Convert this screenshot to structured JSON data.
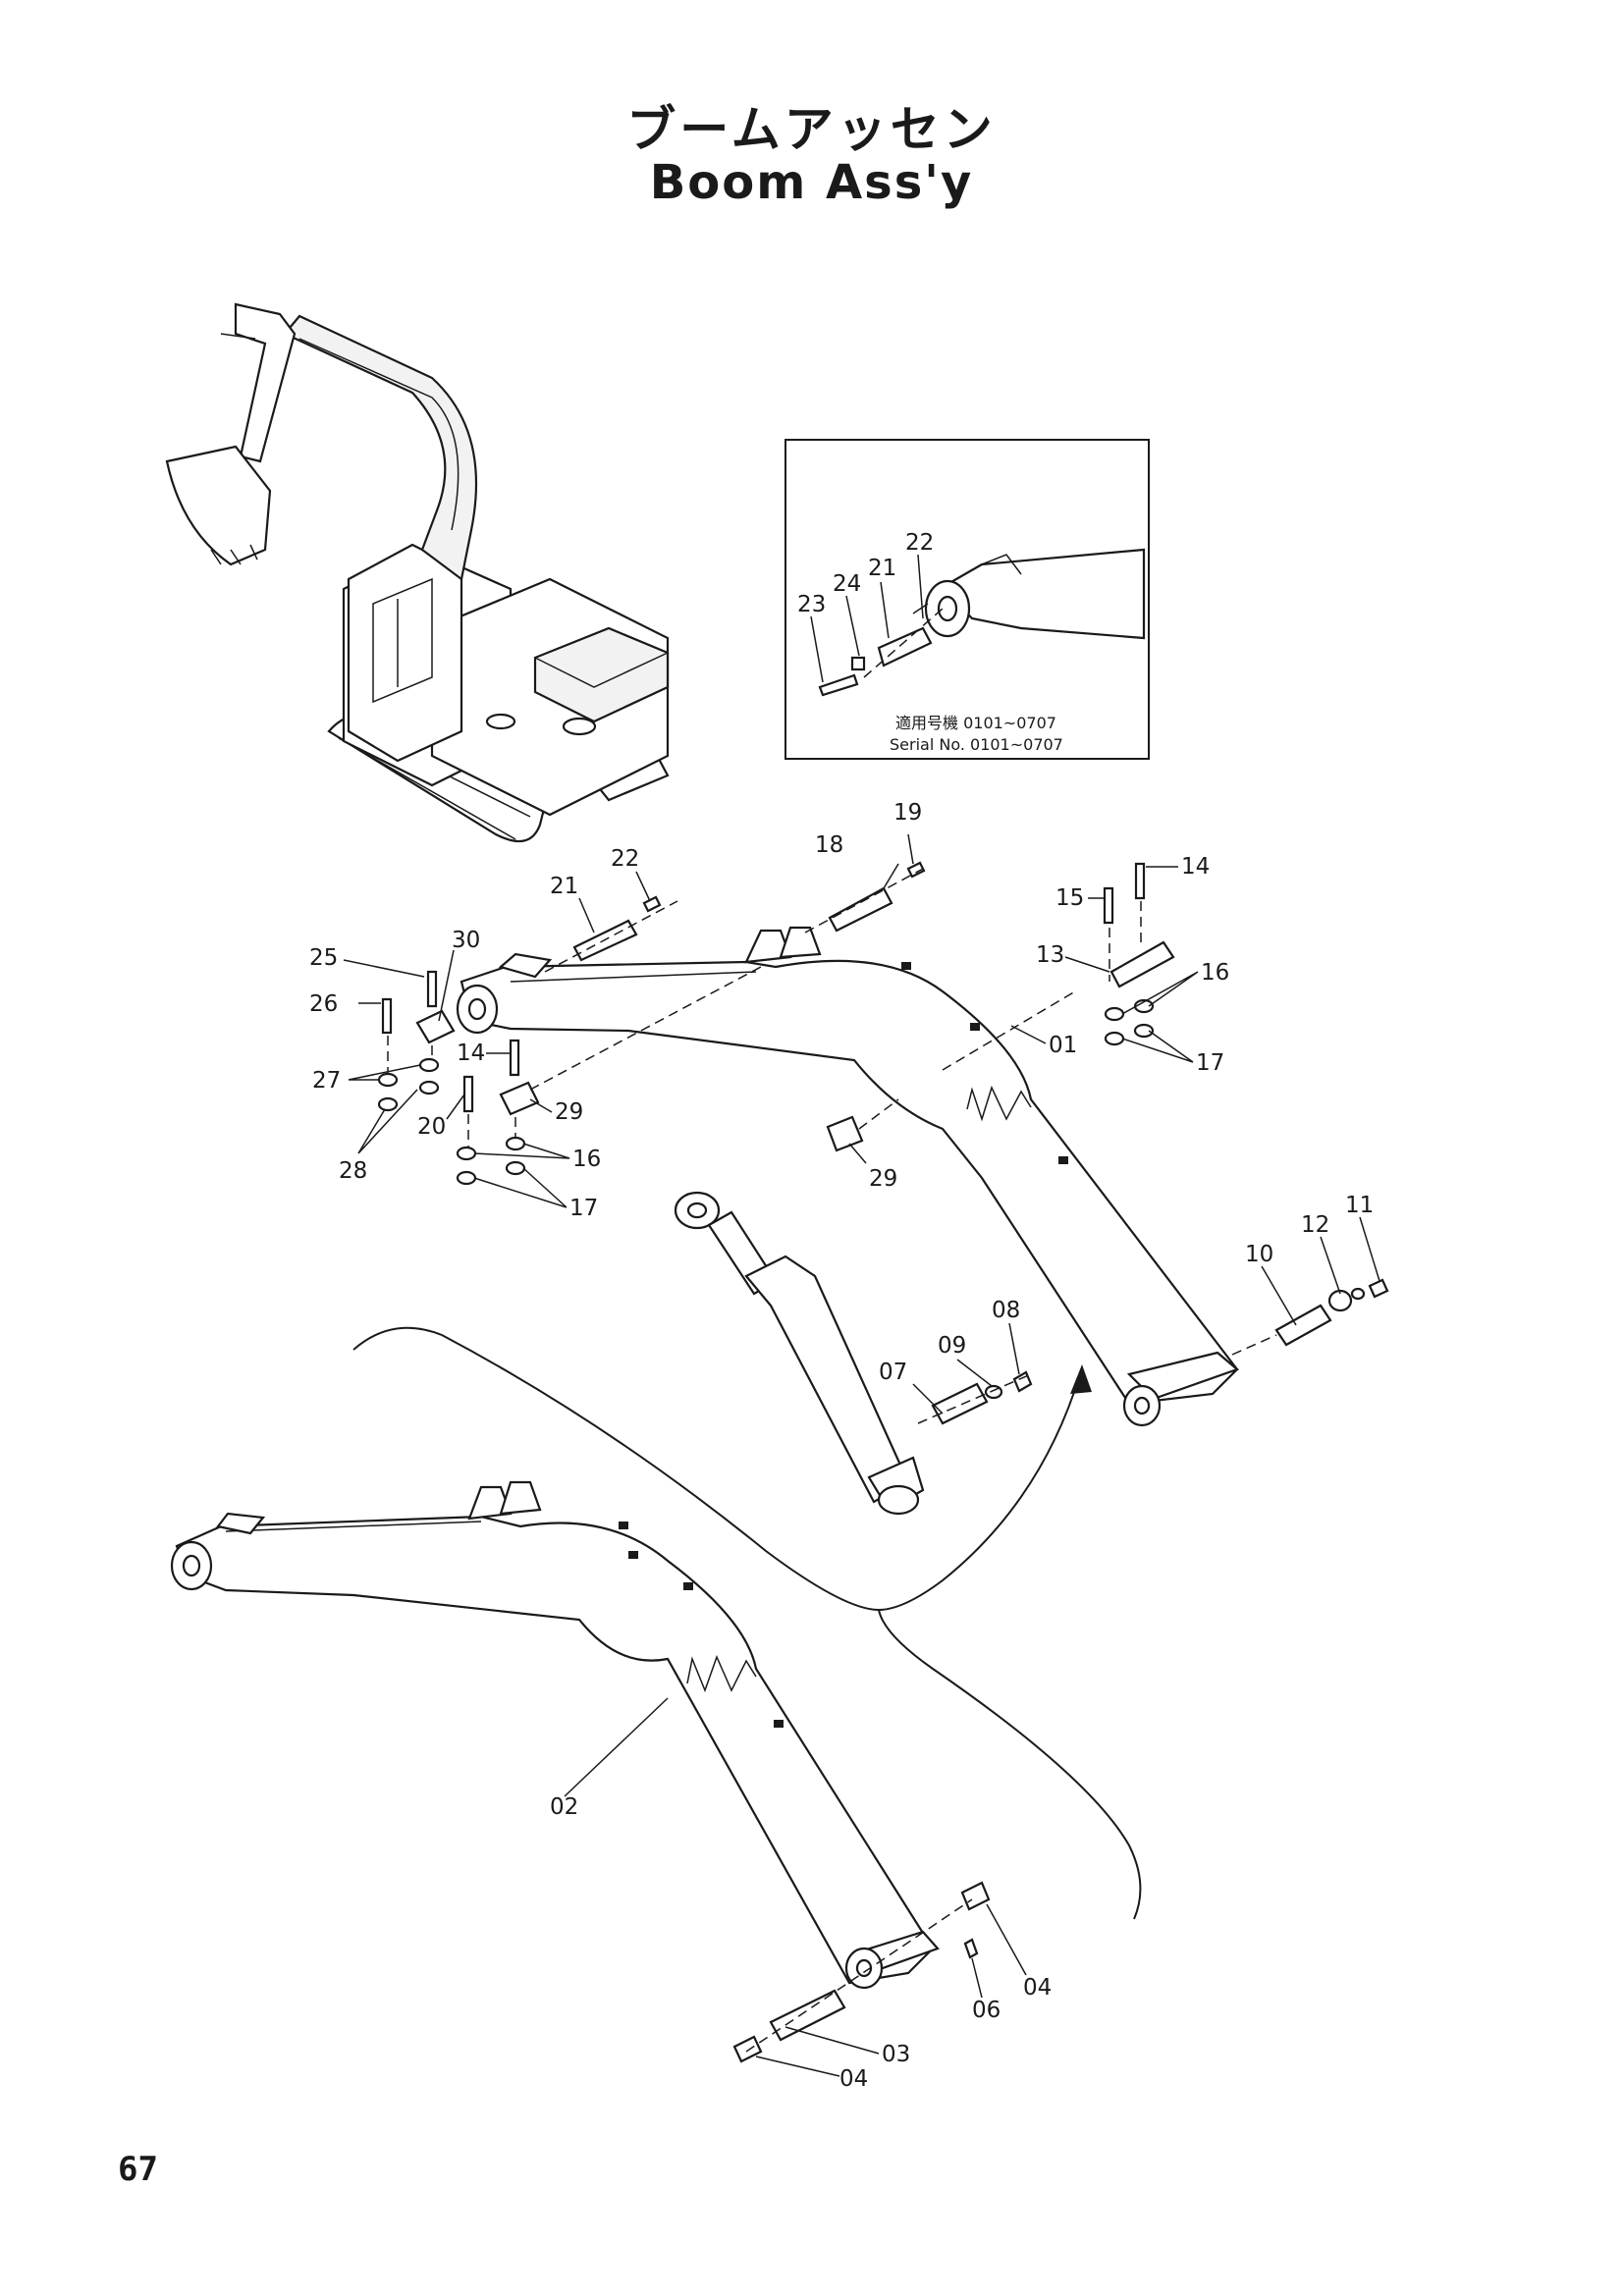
{
  "page": {
    "title_jp": "ブームアッセン",
    "title_en": "Boom Ass'y",
    "page_number": "67"
  },
  "inset": {
    "serial_jp": "適用号機 0101~0707",
    "serial_en": "Serial No. 0101~0707",
    "callouts": [
      "22",
      "21",
      "24",
      "23"
    ]
  },
  "callouts": {
    "p01": "01",
    "p02": "02",
    "p03": "03",
    "p04a": "04",
    "p04b": "04",
    "p06": "06",
    "p07": "07",
    "p08": "08",
    "p09": "09",
    "p10": "10",
    "p11": "11",
    "p12": "12",
    "p13": "13",
    "p14a": "14",
    "p14b": "14",
    "p15": "15",
    "p16a": "16",
    "p16b": "16",
    "p17a": "17",
    "p17b": "17",
    "p18": "18",
    "p19": "19",
    "p20": "20",
    "p21": "21",
    "p22": "22",
    "p25": "25",
    "p26": "26",
    "p27": "27",
    "p28": "28",
    "p29a": "29",
    "p29b": "29",
    "p30": "30"
  }
}
